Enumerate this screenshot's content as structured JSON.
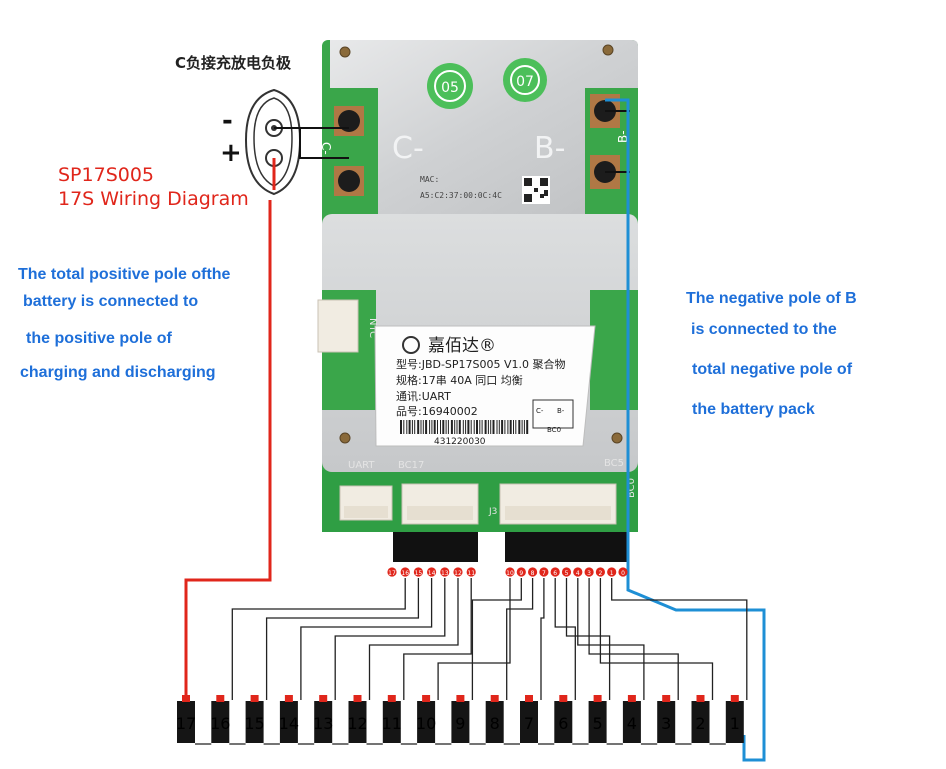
{
  "title": {
    "model": "SP17S005",
    "subtitle": "17S Wiring Diagram"
  },
  "c_label": "C负接充放电负极",
  "terminal_signs": {
    "minus": "-",
    "plus": "+"
  },
  "left_note": [
    "The total positive pole ofthe",
    "battery is connected to",
    "the positive pole of",
    "charging and discharging"
  ],
  "right_note": [
    "The negative pole of B",
    "is connected to the",
    "total negative pole of",
    "the battery pack"
  ],
  "board": {
    "mac_line1": "MAC:",
    "mac_line2": "A5:C2:37:00:0C:4C",
    "c_minus": "C-",
    "b_minus": "B-",
    "pad_c": "C-",
    "pad_b": "B-",
    "sticker_left": "05",
    "sticker_right": "07",
    "silk_uart": "UART",
    "silk_bc17": "BC17",
    "silk_bc5": "BC5",
    "silk_bc0": "BC0",
    "silk_j3": "J3",
    "silk_ntc": "NTC",
    "label": {
      "brand": "嘉佰达®",
      "line1": "型号:JBD-SP17S005 V1.0 聚合物",
      "line2": "规格:17串 40A 同口 均衡",
      "line3": "通讯:UART",
      "line4": "品号:16940002",
      "barcode": "431220030",
      "box_c": "C-",
      "box_b": "B-",
      "box_bc0": "BC0"
    }
  },
  "pin_labels_left": [
    "17",
    "16",
    "15",
    "14",
    "13",
    "12",
    "11"
  ],
  "pin_labels_right": [
    "10",
    "9",
    "8",
    "7",
    "6",
    "5",
    "4",
    "3",
    "2",
    "1",
    "0"
  ],
  "cells": [
    "17",
    "16",
    "15",
    "14",
    "13",
    "12",
    "11",
    "10",
    "9",
    "8",
    "7",
    "6",
    "5",
    "4",
    "3",
    "2",
    "1"
  ],
  "colors": {
    "positive_wire": "#e0261b",
    "negative_wire": "#1e8fd5",
    "note_blue": "#1e6fd9",
    "pcb_green": "#3aa64a",
    "shield_silver": "#d4d6d8"
  }
}
